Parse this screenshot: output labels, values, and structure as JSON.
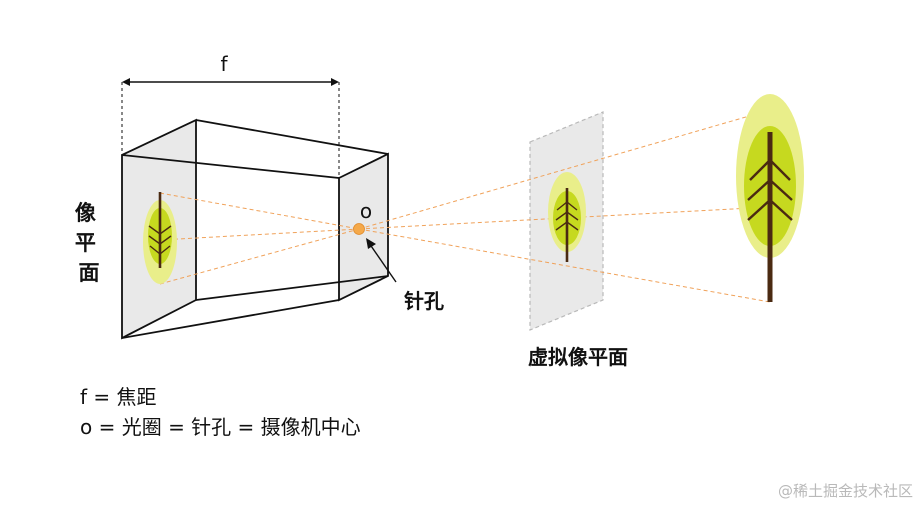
{
  "labels": {
    "focal_length": "f",
    "image_plane": "像平面",
    "aperture": "o",
    "pinhole": "针孔",
    "virtual_image_plane": "虚拟像平面"
  },
  "legend": {
    "line1": "f  = 焦距",
    "line2": "o = 光圈 = 针孔 = 摄像机中心"
  },
  "watermark": "@稀土掘金技术社区",
  "colors": {
    "outline": "#111111",
    "plane_fill": "#e9e9e9",
    "ray": "#f0a25a",
    "pinhole": "#f5a94a",
    "tree_canopy_outer": "#e9ee8a",
    "tree_canopy_inner": "#c6d91f",
    "tree_trunk": "#4a2a12"
  }
}
